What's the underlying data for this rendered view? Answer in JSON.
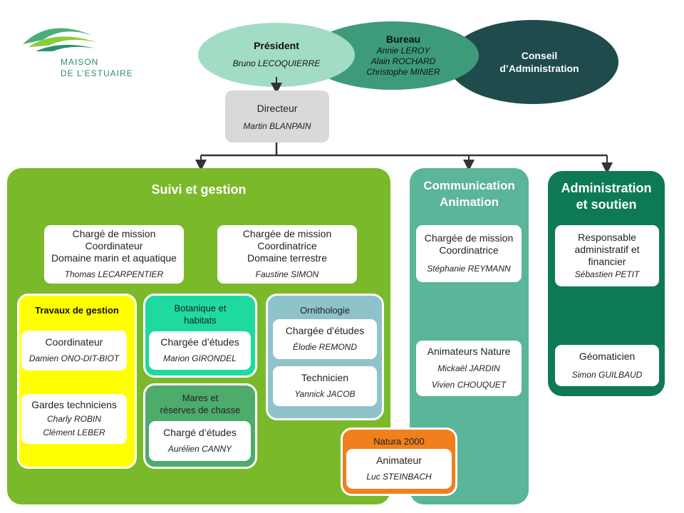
{
  "logo": {
    "line1": "MAISON",
    "line2": "DE L’ESTUAIRE"
  },
  "colors": {
    "green_main": "#7ab929",
    "teal": "#5ab59a",
    "dark_green": "#0d7a55",
    "dark_teal": "#1f4b4c",
    "yellow": "#ffff00",
    "mint": "#1ed9a0",
    "orange": "#f07f1e",
    "blue_grey": "#8ec3ca"
  },
  "top": {
    "president": {
      "title": "Président",
      "name": "Bruno LECOQUIERRE"
    },
    "bureau": {
      "title": "Bureau",
      "members": [
        "Annie LEROY",
        "Alain ROCHARD",
        "Christophe MINIER"
      ]
    },
    "conseil": {
      "line1": "Conseil",
      "line2": "d’Administration"
    }
  },
  "directeur": {
    "title": "Directeur",
    "name": "Martin BLANPAIN"
  },
  "suivi": {
    "title": "Suivi et gestion",
    "marin": {
      "lines": [
        "Chargé de mission",
        "Coordinateur",
        "Domaine marin et aquatique"
      ],
      "name": "Thomas LECARPENTIER"
    },
    "terrestre": {
      "lines": [
        "Chargée de mission",
        "Coordinatrice",
        "Domaine terrestre"
      ],
      "name": "Faustine SIMON"
    },
    "travaux": {
      "title": "Travaux de gestion",
      "coord": {
        "title": "Coordinateur",
        "name": "Damien ONO-DIT-BIOT"
      },
      "gardes": {
        "title": "Gardes techniciens",
        "names": [
          "Charly ROBIN",
          "Clément LEBER"
        ]
      }
    },
    "botanique": {
      "title_lines": [
        "Botanique et",
        "habitats"
      ],
      "card": {
        "title": "Chargée d’études",
        "name": "Marion GIRONDEL"
      }
    },
    "mares": {
      "title_lines": [
        "Mares et",
        "réserves de chasse"
      ],
      "card": {
        "title": "Chargé d’études",
        "name": "Aurélien CANNY"
      }
    },
    "ornitho": {
      "title": "Ornithologie",
      "etudes": {
        "title": "Chargée d’études",
        "name": "Élodie REMOND"
      },
      "tech": {
        "title": "Technicien",
        "name": "Yannick JACOB"
      }
    }
  },
  "natura": {
    "title": "Natura 2000",
    "card": {
      "title": "Animateur",
      "name": "Luc STEINBACH"
    }
  },
  "communication": {
    "title_lines": [
      "Communication",
      "Animation"
    ],
    "charge": {
      "lines": [
        "Chargée de mission",
        "Coordinatrice"
      ],
      "name": "Stéphanie REYMANN"
    },
    "animateurs": {
      "title": "Animateurs Nature",
      "names": [
        "Mickaël JARDIN",
        "Vivien CHOUQUET"
      ]
    }
  },
  "administration": {
    "title_lines": [
      "Administration",
      "et soutien"
    ],
    "responsable": {
      "lines": [
        "Responsable",
        "administratif et",
        "financier"
      ],
      "name": "Sébastien PETIT"
    },
    "geomaticien": {
      "title": "Géomaticien",
      "name": "Simon GUILBAUD"
    }
  }
}
